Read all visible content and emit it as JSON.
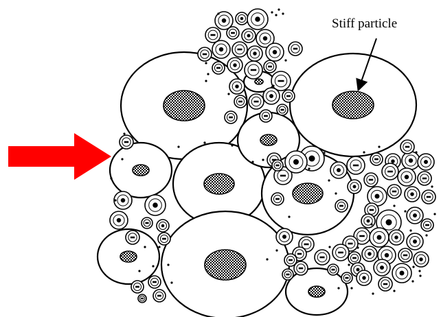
{
  "annotation": {
    "label": "Stiff particle"
  },
  "colors": {
    "arrow": "#ff0000",
    "outline": "#000000",
    "background": "#ffffff",
    "core_pattern": "checker"
  },
  "icons": {
    "load_arrow": "right-arrow",
    "pointer": "leader-arrow"
  }
}
